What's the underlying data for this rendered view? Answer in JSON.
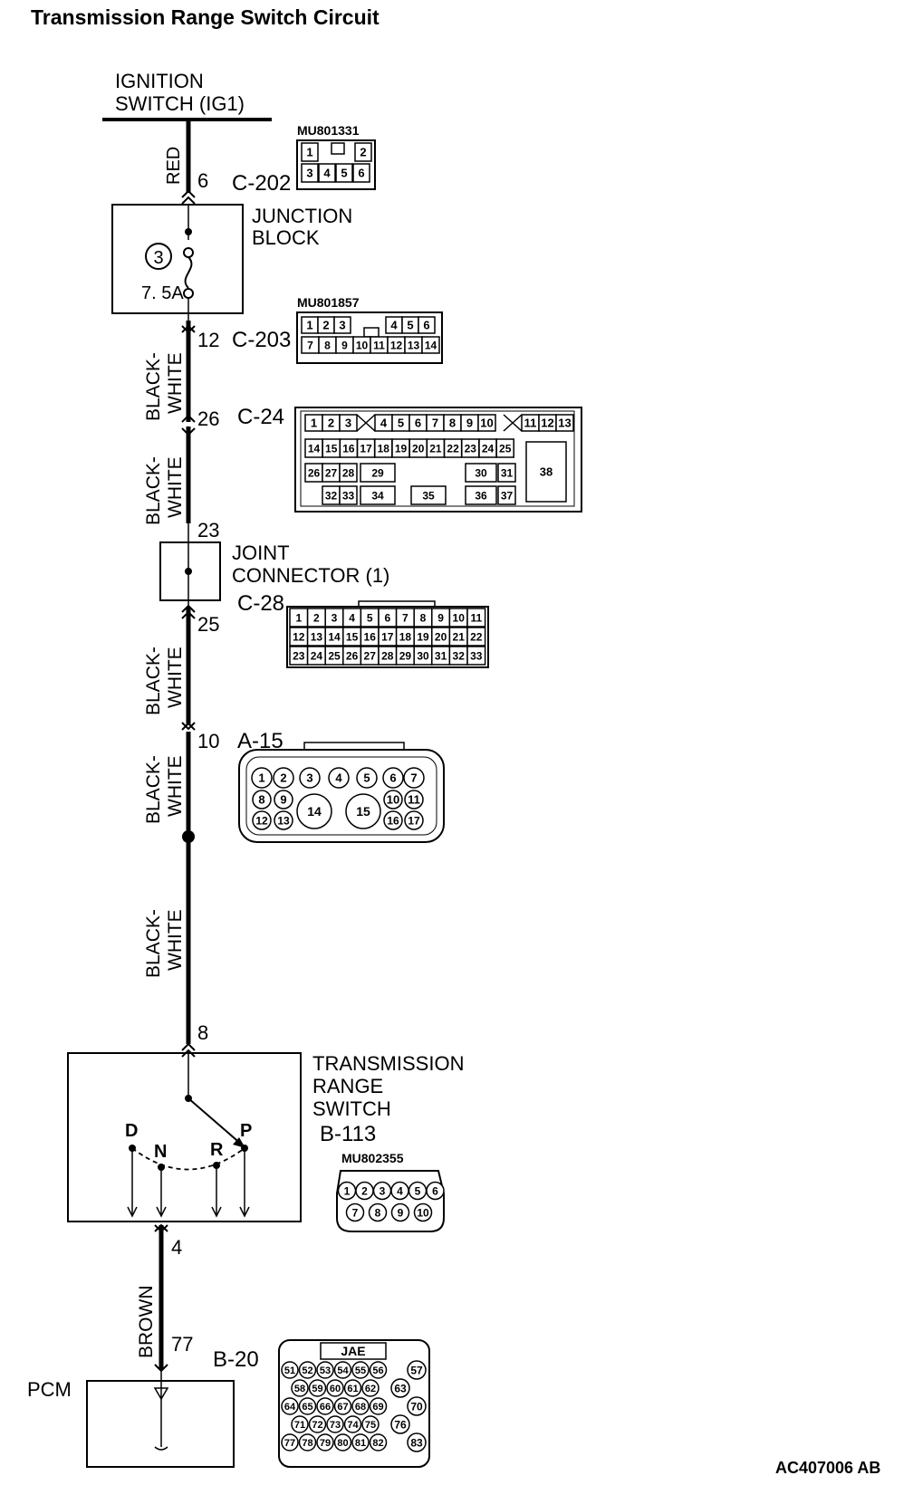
{
  "title": "Transmission Range Switch Circuit",
  "figure_id": "AC407006 AB",
  "ignition": {
    "line1": "IGNITION",
    "line2": "SWITCH (IG1)"
  },
  "junction_block": {
    "line1": "JUNCTION",
    "line2": "BLOCK",
    "fuse_no": "3",
    "fuse_rating": "7. 5A"
  },
  "joint_connector": {
    "line1": "JOINT",
    "line2": "CONNECTOR (1)"
  },
  "trs": {
    "line1": "TRANSMISSION",
    "line2": "RANGE",
    "line3": "SWITCH",
    "connector": "B-113",
    "part": "MU802355",
    "positions": {
      "d": "D",
      "n": "N",
      "r": "R",
      "p": "P"
    }
  },
  "pcm": {
    "label": "PCM",
    "connector": "B-20",
    "maker": "JAE"
  },
  "wires": {
    "red": "RED",
    "bw_line1": "BLACK-",
    "bw_line2": "WHITE",
    "brown": "BROWN"
  },
  "terminals": {
    "c202": "6",
    "c203": "12",
    "c24": "26",
    "joint_in": "23",
    "c28": "25",
    "a15": "10",
    "b113_in": "8",
    "b113_out": "4",
    "b20": "77"
  },
  "connectors": {
    "c202": {
      "name": "C-202",
      "part": "MU801331",
      "row1": [
        "1",
        "",
        "2"
      ],
      "row2": [
        "3",
        "4",
        "5",
        "6"
      ]
    },
    "c203": {
      "name": "C-203",
      "part": "MU801857",
      "row1": [
        "1",
        "2",
        "3",
        "4",
        "5",
        "6"
      ],
      "row2": [
        "7",
        "8",
        "9",
        "10",
        "11",
        "12",
        "13",
        "14"
      ]
    },
    "c24": {
      "name": "C-24",
      "row1": [
        "1",
        "2",
        "3",
        "4",
        "5",
        "6",
        "7",
        "8",
        "9",
        "10",
        "11",
        "12",
        "13"
      ],
      "row2": [
        "14",
        "15",
        "16",
        "17",
        "18",
        "19",
        "20",
        "21",
        "22",
        "23",
        "24",
        "25"
      ],
      "row3": [
        "26",
        "27",
        "28",
        "29",
        "30",
        "31"
      ],
      "row4": [
        "32",
        "33",
        "34",
        "35",
        "36",
        "37"
      ],
      "big": "38"
    },
    "c28": {
      "name": "C-28",
      "row1": [
        "1",
        "2",
        "3",
        "4",
        "5",
        "6",
        "7",
        "8",
        "9",
        "10",
        "11"
      ],
      "row2": [
        "12",
        "13",
        "14",
        "15",
        "16",
        "17",
        "18",
        "19",
        "20",
        "21",
        "22"
      ],
      "row3": [
        "23",
        "24",
        "25",
        "26",
        "27",
        "28",
        "29",
        "30",
        "31",
        "32",
        "33"
      ]
    },
    "a15": {
      "name": "A-15",
      "row1": [
        "1",
        "2",
        "3",
        "4",
        "5",
        "6",
        "7"
      ],
      "row2": [
        "8",
        "9",
        "10",
        "11"
      ],
      "row3": [
        "12",
        "13",
        "16",
        "17"
      ],
      "big": [
        "14",
        "15"
      ]
    },
    "b113": {
      "row1": [
        "1",
        "2",
        "3",
        "4",
        "5",
        "6"
      ],
      "row2": [
        "7",
        "8",
        "9",
        "10"
      ]
    },
    "b20": {
      "rows": [
        [
          "51",
          "52",
          "53",
          "54",
          "55",
          "56"
        ],
        [
          "58",
          "59",
          "60",
          "61",
          "62"
        ],
        [
          "64",
          "65",
          "66",
          "67",
          "68",
          "69"
        ],
        [
          "71",
          "72",
          "73",
          "74",
          "75"
        ],
        [
          "77",
          "78",
          "79",
          "80",
          "81",
          "82"
        ]
      ],
      "side": [
        "57",
        "63",
        "70",
        "76",
        "83"
      ]
    }
  }
}
